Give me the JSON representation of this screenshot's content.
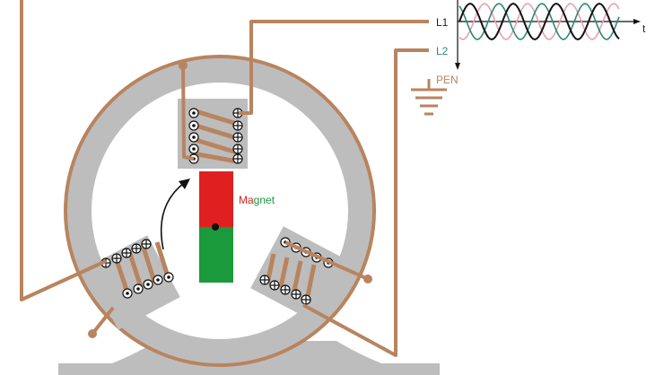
{
  "labels": {
    "l1": "L1",
    "l2": "L2",
    "pen": "PEN",
    "t": "t",
    "magnet_part1": "Ma",
    "magnet_part2": "gnet"
  },
  "colors": {
    "wire": "#b8845f",
    "stator": "#bdbdbd",
    "magnet_north": "#e02020",
    "magnet_south": "#1a9a3a",
    "l1_wave": "#111111",
    "l2_wave": "#2a8a7a",
    "l3_wave": "#e8a0b0",
    "l2_label": "#2a8a7a",
    "pen_label": "#b8845f",
    "magnet_red_text": "#d62020",
    "magnet_green_text": "#1a9a3a"
  },
  "icons": [
    "dot-icon",
    "cross-icon",
    "ground-icon",
    "rotation-arrow-icon"
  ]
}
